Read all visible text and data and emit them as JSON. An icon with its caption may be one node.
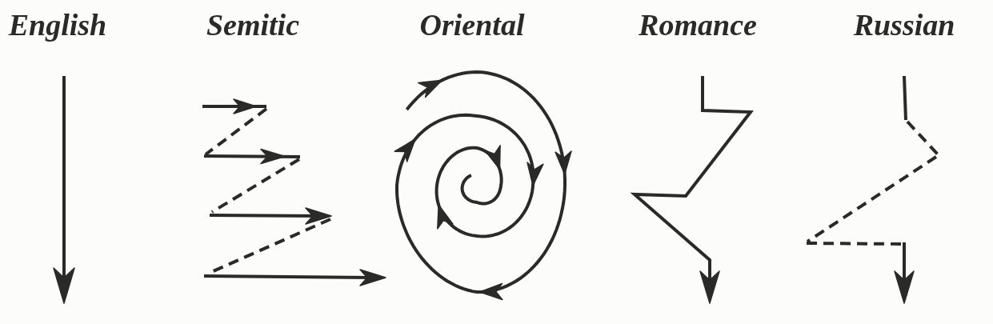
{
  "diagram": {
    "labels": [
      "English",
      "Semitic",
      "Oriental",
      "Romance",
      "Russian"
    ]
  }
}
